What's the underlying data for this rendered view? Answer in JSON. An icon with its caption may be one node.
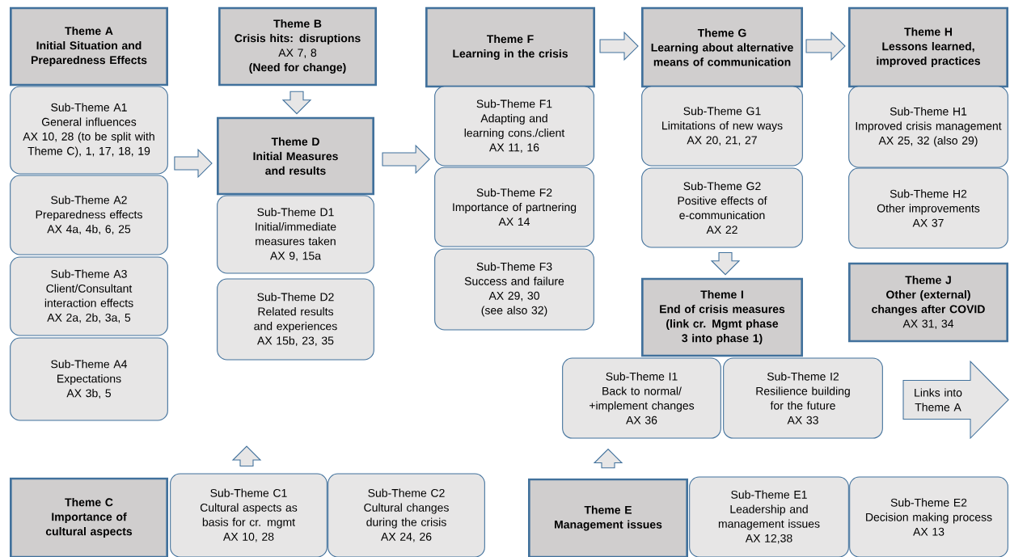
{
  "diagram": {
    "nodes": [
      {
        "text": [
          "Theme A",
          "Initial Situation and Preparedness Effects"
        ]
      },
      {
        "text": [
          "Sub-Theme A1",
          "General influences",
          "AX 10, 28 (to be split with Theme C), 1, 17, 18, 19"
        ]
      },
      {
        "text": [
          "Sub-Theme A2",
          "Preparedness effects",
          "AX 4a, 4b, 6, 25"
        ]
      },
      {
        "text": [
          "Sub-Theme A3",
          "Client/Consultant interaction effects",
          "AX 2a, 2b, 3a, 5"
        ]
      },
      {
        "text": [
          "Sub-Theme A4",
          "Expectations",
          "AX 3b, 5"
        ]
      },
      {
        "text": [
          "Theme B",
          "Crisis hits: disruptions",
          "AX 7, 8",
          "(Need for change)"
        ]
      },
      {
        "text": [
          "Theme D",
          "Initial Measures and results"
        ]
      },
      {
        "text": [
          "Sub-Theme D1",
          "Initial/immediate measures taken",
          "AX 9, 15a"
        ]
      },
      {
        "text": [
          "Sub-Theme D2",
          "Related results and experiences",
          "AX 15b, 23, 35"
        ]
      },
      {
        "text": [
          "Theme F",
          "Learning in the crisis"
        ]
      },
      {
        "text": [
          "Sub-Theme F1",
          "Adapting and learning cons./client",
          "AX 11, 16"
        ]
      },
      {
        "text": [
          "Sub-Theme F2",
          "Importance of partnering",
          "AX 14"
        ]
      },
      {
        "text": [
          "Sub-Theme F3",
          "Success and failure",
          "AX 29, 30",
          "(see also 32)"
        ]
      },
      {
        "text": [
          "Theme G",
          "Learning about alternative means of communication"
        ]
      },
      {
        "text": [
          "Sub-Theme G1",
          "Limitations of new ways",
          "AX 20, 21, 27"
        ]
      },
      {
        "text": [
          "Sub-Theme G2",
          "Positive effects of e-communication",
          "AX 22"
        ]
      },
      {
        "text": [
          "Theme H",
          "Lessons learned, improved practices"
        ]
      },
      {
        "text": [
          "Sub-Theme H1",
          "Improved crisis management",
          "AX 25, 32 (also 29)"
        ]
      },
      {
        "text": [
          "Sub-Theme H2",
          "Other improvements",
          "AX 37"
        ]
      },
      {
        "text": [
          "Theme J",
          "Other (external) changes after COVID",
          "AX 31, 34"
        ]
      },
      {
        "text": [
          "Theme I",
          "End of crisis measures",
          "(link cr. Mgmt phase 3 into phase 1)"
        ]
      },
      {
        "text": [
          "Sub-Theme I1",
          "Back to normal/ +implement changes",
          "AX 36"
        ]
      },
      {
        "text": [
          "Sub-Theme I2",
          "Resilience building for the future",
          "AX 33"
        ]
      },
      {
        "text": [
          "Links into Theme A"
        ]
      },
      {
        "text": [
          "Theme C",
          "Importance of cultural aspects"
        ]
      },
      {
        "text": [
          "Sub-Theme C1",
          "Cultural aspects as basis for cr. mgmt",
          "AX 10, 28"
        ]
      },
      {
        "text": [
          "Sub-Theme C2",
          "Cultural changes during the crisis",
          "AX 24, 26"
        ]
      },
      {
        "text": [
          "Theme E",
          "Management issues"
        ]
      },
      {
        "text": [
          "Sub-Theme E1",
          "Leadership and management issues",
          "AX 12,38"
        ]
      },
      {
        "text": [
          "Sub-Theme E2",
          "Decision making process",
          "AX 13"
        ]
      }
    ],
    "edges": [
      {
        "from": 1,
        "to": 6,
        "arrow": "to"
      },
      {
        "from": 6,
        "to": 10,
        "arrow": "to"
      },
      {
        "from": 9,
        "to": 13,
        "arrow": "to"
      },
      {
        "from": 13,
        "to": 16,
        "arrow": "to"
      },
      {
        "from": 5,
        "to": 6,
        "arrow": "to"
      },
      {
        "from": 15,
        "to": 20,
        "arrow": "to"
      },
      {
        "from": 25,
        "to": null,
        "arrow": "to"
      },
      {
        "from": 27,
        "to": 21,
        "arrow": "to"
      }
    ]
  }
}
